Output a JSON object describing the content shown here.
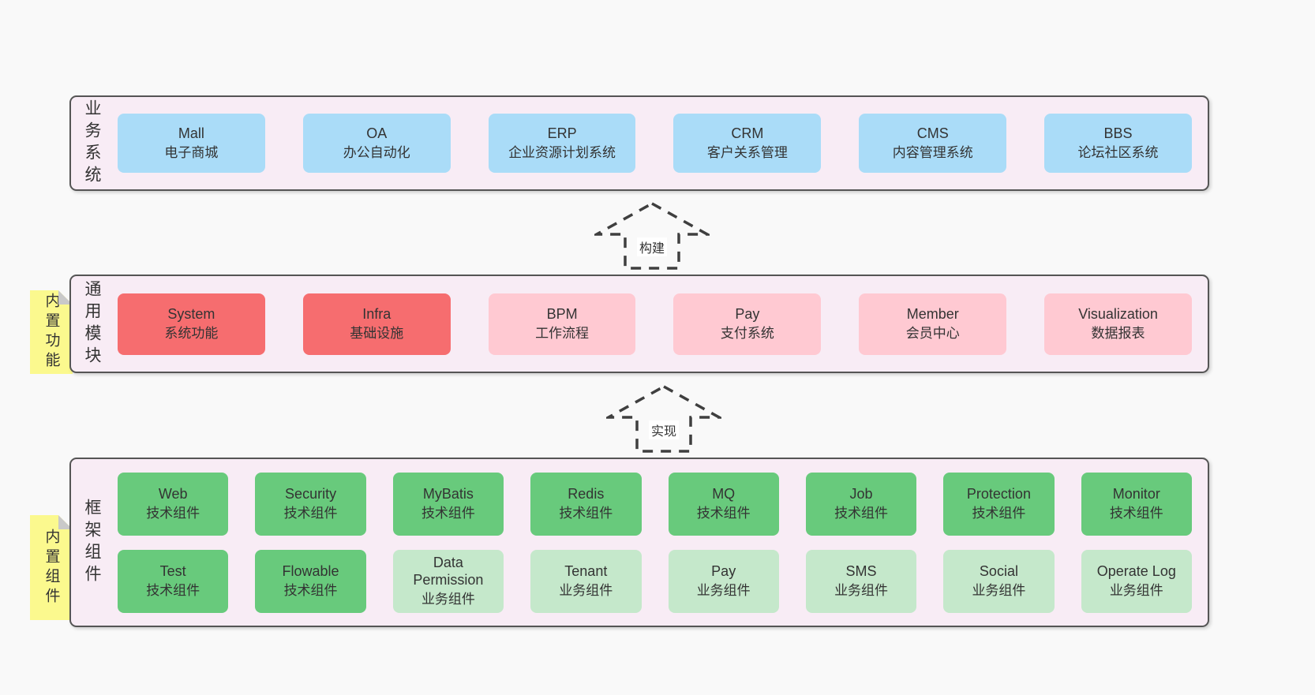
{
  "colors": {
    "page_bg": "#f9f9f9",
    "panel_bg": "#f8ecf5",
    "panel_border": "#555555",
    "blue_box": "#aadcf8",
    "red_box": "#f66d6f",
    "pink_box": "#ffc9d2",
    "green_dark_box": "#68ca7c",
    "green_light_box": "#c5e8cb",
    "note_yellow": "#fbf98e",
    "note_fold_gray": "#c9c9c9",
    "text": "#333333"
  },
  "arrows": {
    "build_label": "构建",
    "implement_label": "实现"
  },
  "sections": {
    "business": {
      "label": "业务系统",
      "boxes": [
        {
          "title": "Mall",
          "subtitle": "电子商城"
        },
        {
          "title": "OA",
          "subtitle": "办公自动化"
        },
        {
          "title": "ERP",
          "subtitle": "企业资源计划系统"
        },
        {
          "title": "CRM",
          "subtitle": "客户关系管理"
        },
        {
          "title": "CMS",
          "subtitle": "内容管理系统"
        },
        {
          "title": "BBS",
          "subtitle": "论坛社区系统"
        }
      ]
    },
    "modules": {
      "label": "通用模块",
      "note": "内置功能",
      "boxes": [
        {
          "title": "System",
          "subtitle": "系统功能",
          "variant": "red"
        },
        {
          "title": "Infra",
          "subtitle": "基础设施",
          "variant": "red"
        },
        {
          "title": "BPM",
          "subtitle": "工作流程",
          "variant": "pink"
        },
        {
          "title": "Pay",
          "subtitle": "支付系统",
          "variant": "pink"
        },
        {
          "title": "Member",
          "subtitle": "会员中心",
          "variant": "pink"
        },
        {
          "title": "Visualization",
          "subtitle": "数据报表",
          "variant": "pink"
        }
      ]
    },
    "framework": {
      "label": "框架组件",
      "note": "内置组件",
      "row1": [
        {
          "title": "Web",
          "subtitle": "技术组件",
          "variant": "green-dark"
        },
        {
          "title": "Security",
          "subtitle": "技术组件",
          "variant": "green-dark"
        },
        {
          "title": "MyBatis",
          "subtitle": "技术组件",
          "variant": "green-dark"
        },
        {
          "title": "Redis",
          "subtitle": "技术组件",
          "variant": "green-dark"
        },
        {
          "title": "MQ",
          "subtitle": "技术组件",
          "variant": "green-dark"
        },
        {
          "title": "Job",
          "subtitle": "技术组件",
          "variant": "green-dark"
        },
        {
          "title": "Protection",
          "subtitle": "技术组件",
          "variant": "green-dark"
        },
        {
          "title": "Monitor",
          "subtitle": "技术组件",
          "variant": "green-dark"
        }
      ],
      "row2": [
        {
          "title": "Test",
          "subtitle": "技术组件",
          "variant": "green-dark"
        },
        {
          "title": "Flowable",
          "subtitle": "技术组件",
          "variant": "green-dark"
        },
        {
          "title": "Data Permission",
          "subtitle": "业务组件",
          "variant": "green-light"
        },
        {
          "title": "Tenant",
          "subtitle": "业务组件",
          "variant": "green-light"
        },
        {
          "title": "Pay",
          "subtitle": "业务组件",
          "variant": "green-light"
        },
        {
          "title": "SMS",
          "subtitle": "业务组件",
          "variant": "green-light"
        },
        {
          "title": "Social",
          "subtitle": "业务组件",
          "variant": "green-light"
        },
        {
          "title": "Operate Log",
          "subtitle": "业务组件",
          "variant": "green-light"
        }
      ]
    }
  }
}
